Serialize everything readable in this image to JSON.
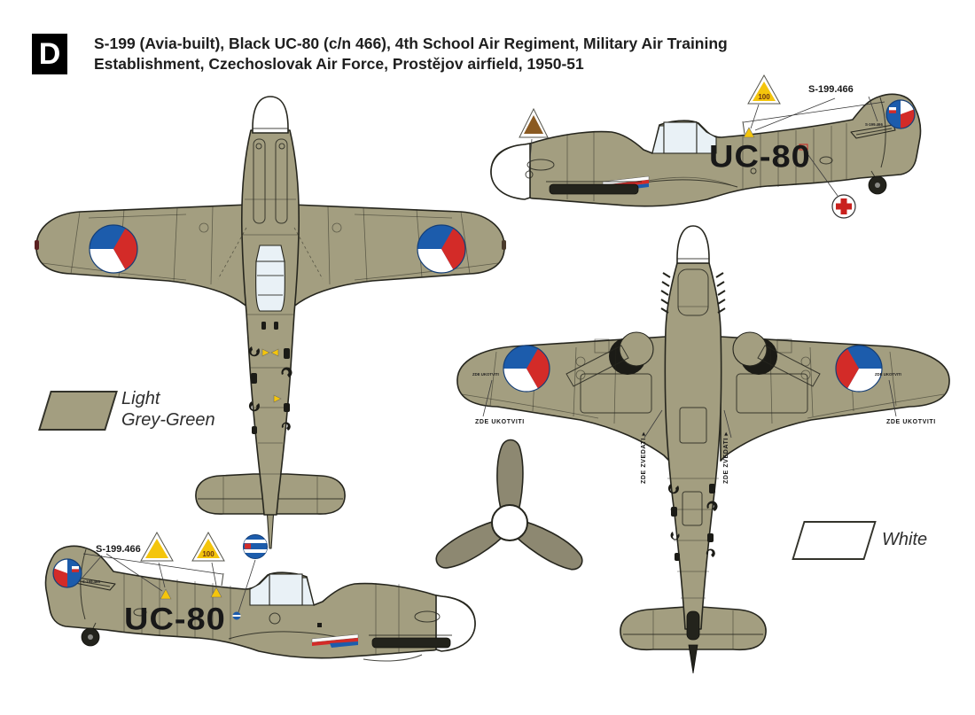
{
  "header": {
    "variant_letter": "D",
    "title_line1": "S-199 (Avia-built), Black UC-80 (c/n 466), 4th School Air Regiment, Military Air Training",
    "title_line2": "Establishment, Czechoslovak Air Force, Prostějov airfield, 1950-51"
  },
  "aircraft": {
    "code": "UC-80",
    "serial": "S-199.466"
  },
  "stencils": {
    "zde_ukotviti": "ZDE UKOTVITI",
    "zde_zvedati": "ZDE ZVEDATI",
    "triangle_100": "100",
    "arrow": "▸"
  },
  "legend": {
    "swatches": [
      {
        "line1": "Light",
        "line2": "Grey-Green",
        "color": "#a39e80"
      },
      {
        "line1": "White",
        "line2": "",
        "color": "#ffffff"
      }
    ]
  },
  "colors": {
    "airframe": "#a39e80",
    "airframe_dark": "#8d8871",
    "outline": "#26261e",
    "canopy": "#e9f1f6",
    "roundel_blue": "#1c5cac",
    "roundel_red": "#d32b28",
    "marking_yellow": "#f4c50c",
    "marking_brown": "#8a5a22",
    "cross_red": "#c9211e"
  }
}
